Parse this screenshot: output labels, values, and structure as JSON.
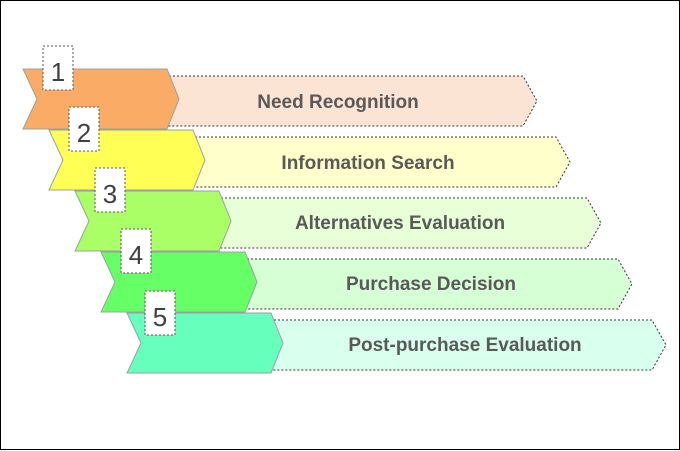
{
  "steps": [
    {
      "number": "1",
      "label": "Need Recognition",
      "color": "#FAAB66",
      "band_color": "#FCE4D4"
    },
    {
      "number": "2",
      "label": "Information Search",
      "color": "#FFFF55",
      "band_color": "#FFFFCC"
    },
    {
      "number": "3",
      "label": "Alternatives Evaluation",
      "color": "#AAFF66",
      "band_color": "#E8FFD8"
    },
    {
      "number": "4",
      "label": "Purchase Decision",
      "color": "#66FF66",
      "band_color": "#D6FFD6"
    },
    {
      "number": "5",
      "label": "Post-purchase Evaluation",
      "color": "#66FFBB",
      "band_color": "#D9FFEF"
    }
  ]
}
